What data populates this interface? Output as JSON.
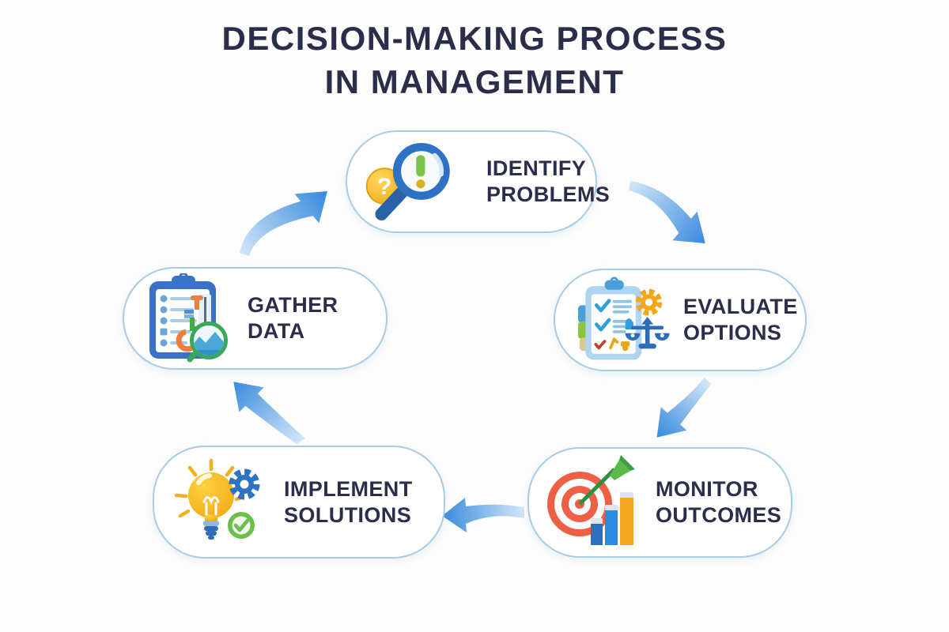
{
  "title": {
    "line1": "DECISION-MAKING PROCESS",
    "line2": "IN MANAGEMENT"
  },
  "diagram": {
    "type": "cycle",
    "direction": "clockwise",
    "steps": [
      {
        "id": "identify-problems",
        "label_line1": "IDENTIFY",
        "label_line2": "PROBLEMS",
        "icon": "magnifier-question-icon"
      },
      {
        "id": "evaluate-options",
        "label_line1": "EVALUATE",
        "label_line2": "OPTIONS",
        "icon": "clipboard-gear-scales-icon"
      },
      {
        "id": "monitor-outcomes",
        "label_line1": "MONITOR",
        "label_line2": "OUTCOMES",
        "icon": "target-dart-bars-icon"
      },
      {
        "id": "implement-solutions",
        "label_line1": "IMPLEMENT",
        "label_line2": "SOLUTIONS",
        "icon": "lightbulb-gear-check-icon"
      },
      {
        "id": "gather-data",
        "label_line1": "GATHER",
        "label_line2": "DATA",
        "icon": "clipboard-magnifier-chart-icon"
      }
    ]
  },
  "colors": {
    "background": "#fdfdfd",
    "title_text": "#2b2e4b",
    "label_text": "#2b2e4b",
    "node_border": "#a9cbe3",
    "node_fill": "#ffffff",
    "arrow_tail": "#d3e7f8",
    "arrow_head": "#3e8ede"
  }
}
